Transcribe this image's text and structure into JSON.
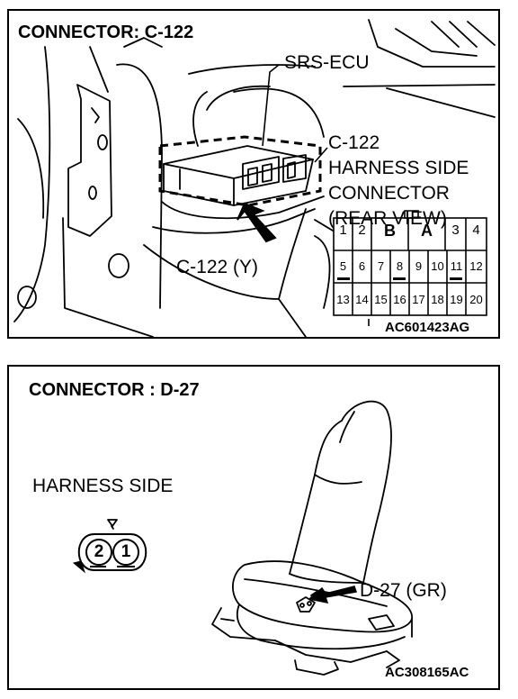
{
  "panel1": {
    "title": "CONNECTOR: C-122",
    "label_ecu": "SRS-ECU",
    "label_conn_1": "C-122",
    "label_conn_2": "HARNESS SIDE",
    "label_conn_3": "CONNECTOR",
    "label_conn_4": "(REAR VIEW)",
    "label_pointer": "C-122 (Y)",
    "code": "AC601423AG",
    "pins_top": [
      "1",
      "2",
      "B",
      "A",
      "3",
      "4"
    ],
    "pins_mid": [
      "5",
      "6",
      "7",
      "8",
      "9",
      "10",
      "11",
      "12"
    ],
    "pins_bot": [
      "13",
      "14",
      "15",
      "16",
      "17",
      "18",
      "19",
      "20"
    ]
  },
  "panel2": {
    "title": "CONNECTOR : D-27",
    "label_harness": "HARNESS SIDE",
    "pin_left": "2",
    "pin_right": "1",
    "label_pointer": "D-27 (GR)",
    "code": "AC308165AC"
  }
}
